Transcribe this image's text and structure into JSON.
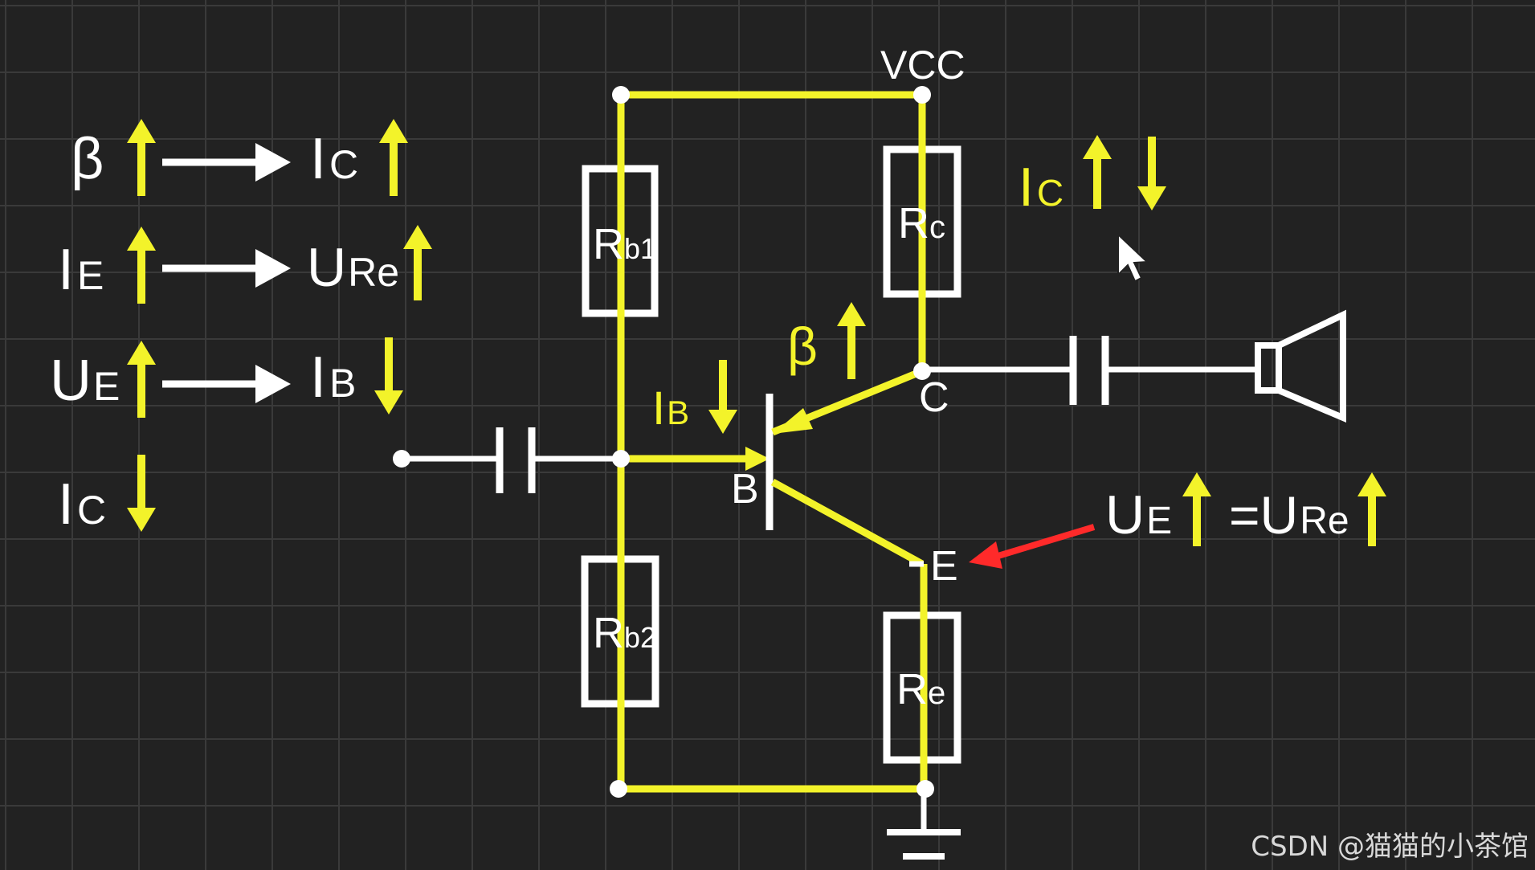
{
  "colors": {
    "background": "#222222",
    "grid": "#3a3a3a",
    "wire": "#f3f32a",
    "component": "#ffffff",
    "pointer": "#ff2a2a"
  },
  "circuit": {
    "supply_label": "VCC",
    "rb1": {
      "main": "R",
      "sub": "b1"
    },
    "rb2": {
      "main": "R",
      "sub": "b2"
    },
    "rc": {
      "main": "R",
      "sub": "c"
    },
    "re": {
      "main": "R",
      "sub": "e"
    },
    "node_c": "C",
    "node_b": "B",
    "node_e": "E",
    "beta_up": "β"
  },
  "chain": [
    {
      "left": {
        "main": "β",
        "sub": ""
      },
      "left_arrow": "up",
      "right": {
        "main": "I",
        "sub": "C"
      },
      "right_arrow": "up"
    },
    {
      "left": {
        "main": "I",
        "sub": "E"
      },
      "left_arrow": "up",
      "right": {
        "main": "U",
        "sub": "Re"
      },
      "right_arrow": "up"
    },
    {
      "left": {
        "main": "U",
        "sub": "E"
      },
      "left_arrow": "up",
      "right": {
        "main": "I",
        "sub": "B"
      },
      "right_arrow": "down"
    },
    {
      "left": {
        "main": "I",
        "sub": "C"
      },
      "left_arrow": "down"
    }
  ],
  "annotations": {
    "ib": {
      "main": "I",
      "sub": "B",
      "arrow": "down"
    },
    "ic": {
      "main": "I",
      "sub": "C",
      "arrows": [
        "up",
        "down"
      ]
    },
    "ue_eq": {
      "lhs_main": "U",
      "lhs_sub": "E",
      "eq": "=",
      "rhs_main": "U",
      "rhs_sub": "Re"
    }
  },
  "watermark": "CSDN @猫猫的小茶馆"
}
